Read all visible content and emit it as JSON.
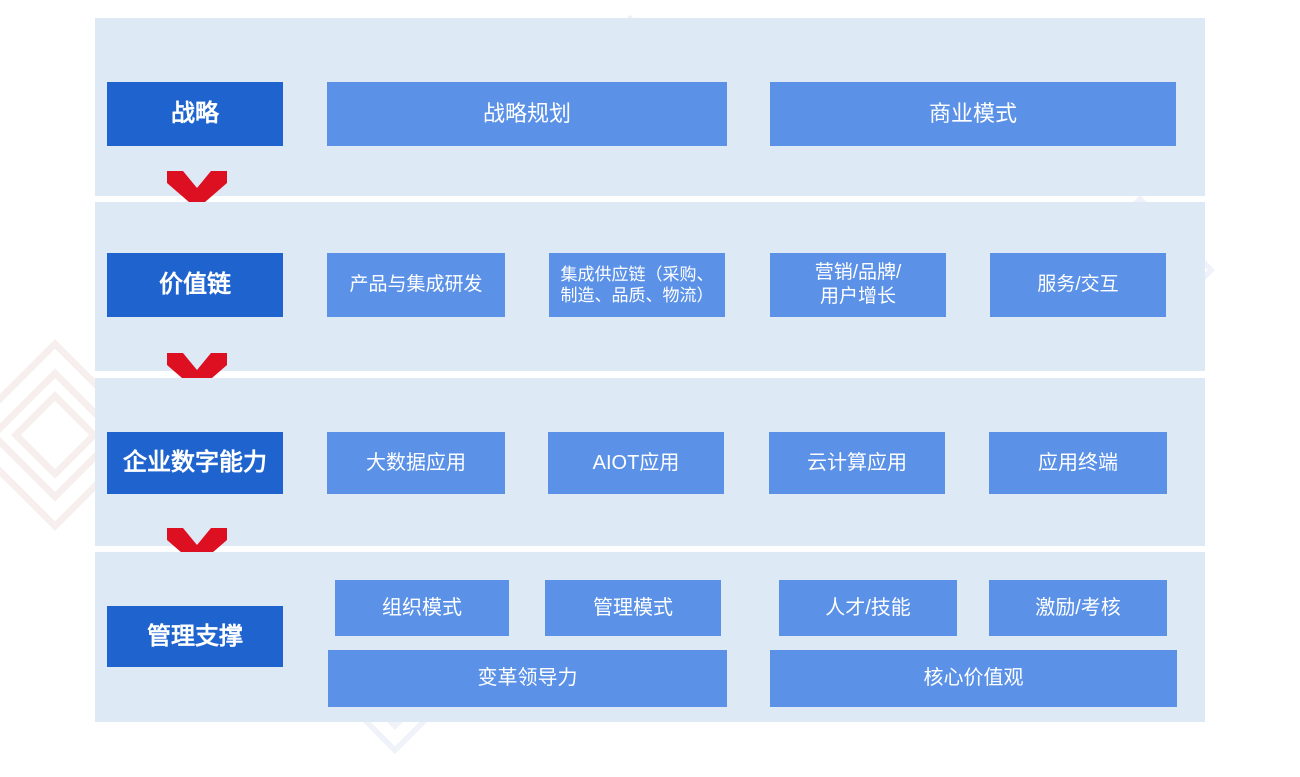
{
  "theme": {
    "page_background": "#ffffff",
    "panel_background": "#DEE9F6",
    "primary_box_color": "#1F64CE",
    "secondary_box_color": "#5B92E8",
    "arrow_color": "#DD1021",
    "box_text_color": "#ffffff"
  },
  "diagram": {
    "type": "layered-framework",
    "layers": [
      {
        "id": "strategy",
        "label": "战略",
        "items": [
          {
            "label": "战略规划"
          },
          {
            "label": "商业模式"
          }
        ]
      },
      {
        "id": "value-chain",
        "label": "价值链",
        "items": [
          {
            "label": "产品与集成研发"
          },
          {
            "label": "集成供应链（采购、\n制造、品质、物流）"
          },
          {
            "label": "营销/品牌/\n用户增长"
          },
          {
            "label": "服务/交互"
          }
        ]
      },
      {
        "id": "digital-capability",
        "label": "企业数字能力",
        "items": [
          {
            "label": "大数据应用"
          },
          {
            "label": "AIOT应用"
          },
          {
            "label": "云计算应用"
          },
          {
            "label": "应用终端"
          }
        ]
      },
      {
        "id": "management-support",
        "label": "管理支撑",
        "items_row1": [
          {
            "label": "组织模式"
          },
          {
            "label": "管理模式"
          },
          {
            "label": "人才/技能"
          },
          {
            "label": "激励/考核"
          }
        ],
        "items_row2": [
          {
            "label": "变革领导力"
          },
          {
            "label": "核心价值观"
          }
        ]
      }
    ],
    "connectors": [
      {
        "id": "arrow-strategy-to-valuechain",
        "icon": "chevron-down-arrow-icon"
      },
      {
        "id": "arrow-valuechain-to-digital",
        "icon": "chevron-down-arrow-icon"
      },
      {
        "id": "arrow-digital-to-management",
        "icon": "chevron-down-arrow-icon"
      }
    ]
  }
}
